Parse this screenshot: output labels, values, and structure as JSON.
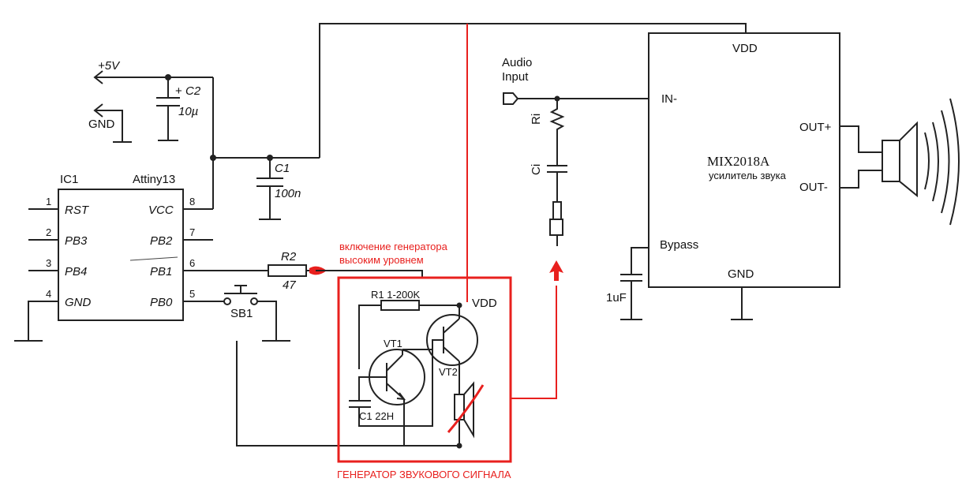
{
  "power": {
    "vcc_label": "+5V",
    "gnd_label": "GND"
  },
  "c2": {
    "name": "C2",
    "value": "10µ",
    "polarity": "+"
  },
  "c1": {
    "name": "C1",
    "value": "100n"
  },
  "ic1": {
    "ref": "IC1",
    "part": "Attiny13",
    "left_pins": [
      {
        "num": "1",
        "name": "RST"
      },
      {
        "num": "2",
        "name": "PB3"
      },
      {
        "num": "3",
        "name": "PB4"
      },
      {
        "num": "4",
        "name": "GND"
      }
    ],
    "right_pins": [
      {
        "num": "8",
        "name": "VCC"
      },
      {
        "num": "7",
        "name": "PB2"
      },
      {
        "num": "6",
        "name": "PB1"
      },
      {
        "num": "5",
        "name": "PB0"
      }
    ]
  },
  "r2": {
    "name": "R2",
    "value": "47"
  },
  "sb1": {
    "name": "SB1"
  },
  "generator": {
    "note": "включение генератора\nвысоким уровнем",
    "caption": "ГЕНЕРАТОР ЗВУКОВОГО СИГНАЛА",
    "r1": "R1 1-200K",
    "vdd": "VDD",
    "vt1": "VT1",
    "vt2": "VT2",
    "c1": "C1 22H"
  },
  "amp": {
    "chip": "MIX2018A",
    "desc": "усилитель звука",
    "vdd": "VDD",
    "gnd": "GND",
    "in": "IN-",
    "out_plus": "OUT+",
    "out_minus": "OUT-",
    "bypass": "Bypass",
    "bypass_cap": "1uF",
    "audio_input": "Audio\nInput",
    "ri": "Ri",
    "ci": "Ci"
  },
  "colors": {
    "wire": "#222222",
    "highlight": "#e8201e"
  }
}
